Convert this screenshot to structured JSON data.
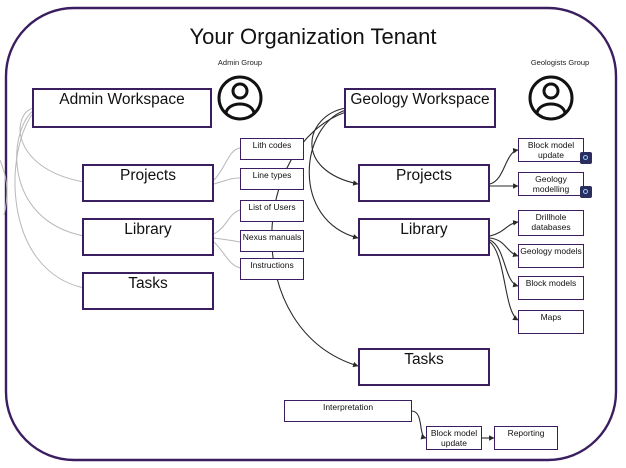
{
  "title": "Your Organization Tenant",
  "groups": {
    "admin": "Admin Group",
    "geologists": "Geologists Group"
  },
  "admin": {
    "workspace": "Admin Workspace",
    "projects": "Projects",
    "library": "Library",
    "tasks": "Tasks",
    "project_items": [
      "Lith codes",
      "Line types"
    ],
    "library_items": [
      "List of Users",
      "Nexus manuals",
      "Instructions"
    ]
  },
  "geology": {
    "workspace": "Geology Workspace",
    "projects": "Projects",
    "library": "Library",
    "tasks": "Tasks",
    "project_items": [
      "Block model update",
      "Geology modelling"
    ],
    "library_items": [
      "Drillhole databases",
      "Geology models",
      "Block models",
      "Maps"
    ]
  },
  "workflow": {
    "step1": "Interpretation",
    "step2": "Block model update",
    "step3": "Reporting"
  },
  "icons": {
    "group_avatar": "user-circle-icon",
    "shortcut": "app-shortcut-icon"
  },
  "colors": {
    "box_border": "#3b1e5f",
    "connector": "#2a2a2a",
    "soft_connector": "#b8b8b8",
    "frame": "#3b1e5f"
  }
}
